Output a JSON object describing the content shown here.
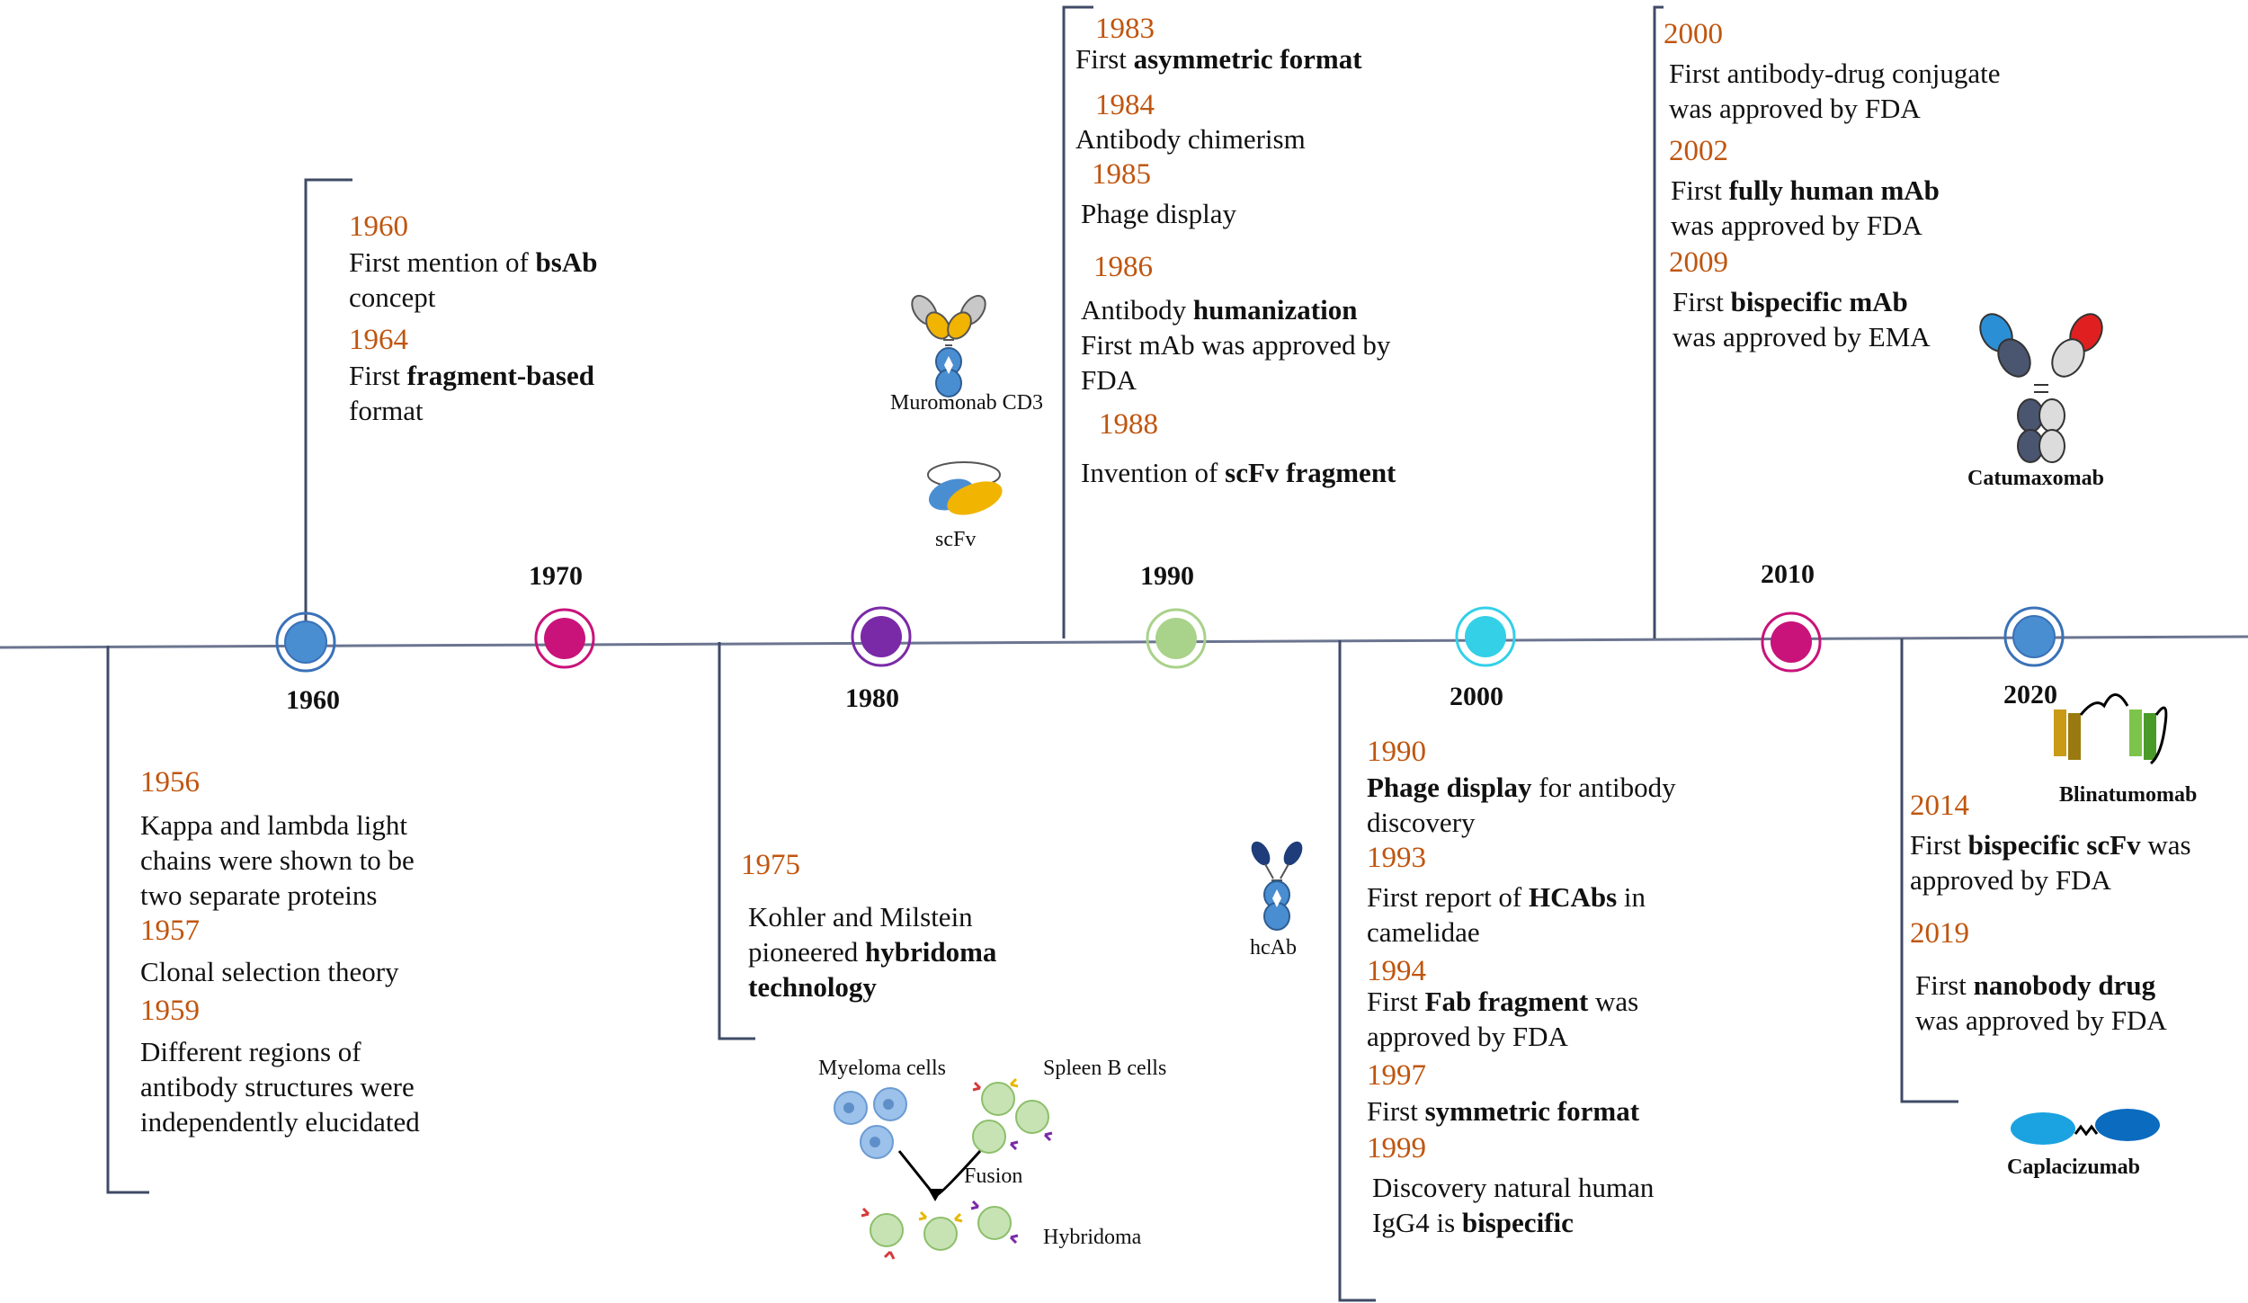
{
  "decades": [
    "1960",
    "1970",
    "1980",
    "1990",
    "2000",
    "2010",
    "2020"
  ],
  "colors": {
    "axis": "#6b7590",
    "bracket": "#3f4b66",
    "year": "#c0550f",
    "dot_1960": "#4a8ed2",
    "dot_1970": "#c9137a",
    "dot_1980": "#7a2aa7",
    "dot_1990": "#a9d28a",
    "dot_2000": "#33d0e8",
    "dot_2010": "#c9137a",
    "dot_2020": "#4a8ed2"
  },
  "events": {
    "e1960": {
      "year": "1960",
      "l1_a": "First mention of ",
      "l1_b": "bsAb",
      "l2": "concept"
    },
    "e1964": {
      "year": "1964",
      "l1_a": "First ",
      "l1_b": "fragment-based",
      "l2": "format"
    },
    "e1956": {
      "year": "1956",
      "l1": "Kappa and lambda light",
      "l2": "chains were shown to be",
      "l3": "two separate proteins"
    },
    "e1957": {
      "year": "1957",
      "l1": "Clonal selection theory"
    },
    "e1959": {
      "year": "1959",
      "l1": "Different regions of",
      "l2": "antibody structures were",
      "l3": "independently elucidated"
    },
    "e1975": {
      "year": "1975",
      "l1": "Kohler and Milstein",
      "l2_a": "pioneered ",
      "l2_b": "hybridoma",
      "l3_b": "technology"
    },
    "e1983": {
      "year": "1983",
      "l1_a": "First ",
      "l1_b": "asymmetric format"
    },
    "e1984": {
      "year": "1984",
      "l1": "Antibody chimerism"
    },
    "e1985": {
      "year": "1985",
      "l1": "Phage display"
    },
    "e1986": {
      "year": "1986",
      "l1_a": "Antibody ",
      "l1_b": "humanization",
      "l2": "First mAb was  approved by",
      "l3": "FDA"
    },
    "e1988": {
      "year": "1988",
      "l1_a": "Invention of ",
      "l1_b": "scFv fragment"
    },
    "e1990b": {
      "year": "1990",
      "l1_b": "Phage display",
      "l1_a": " for antibody",
      "l2": "discovery"
    },
    "e1993": {
      "year": "1993",
      "l1_a": "First report of ",
      "l1_b": "HCAbs",
      "l1_c": " in",
      "l2": "camelidae"
    },
    "e1994": {
      "year": "1994",
      "l1_a": "First ",
      "l1_b": "Fab fragment",
      "l1_c": " was",
      "l2": "approved by FDA"
    },
    "e1997": {
      "year": "1997",
      "l1_a": "First ",
      "l1_b": "symmetric format"
    },
    "e1999": {
      "year": "1999",
      "l1": "Discovery natural human",
      "l2_a": "IgG4 is ",
      "l2_b": "bispecific"
    },
    "e2000": {
      "year": "2000",
      "l1": "First antibody-drug conjugate",
      "l2": "was  approved by FDA"
    },
    "e2002": {
      "year": "2002",
      "l1_a": "First ",
      "l1_b": "fully human mAb",
      "l2": "was  approved by FDA"
    },
    "e2009": {
      "year": "2009",
      "l1_a": "First ",
      "l1_b": "bispecific mAb",
      "l2": "was  approved by EMA"
    },
    "e2014": {
      "year": "2014",
      "l1_a": "First ",
      "l1_b": "bispecific scFv",
      "l1_c": " was",
      "l2": "approved by FDA"
    },
    "e2019": {
      "year": "2019",
      "l1_a": "First ",
      "l1_b": "nanobody drug",
      "l2": "was  approved by FDA"
    }
  },
  "illustrations": {
    "muromonab": "Muromonab CD3",
    "scfv": "scFv",
    "hcab": "hcAb",
    "myeloma": "Myeloma cells",
    "spleen": "Spleen B cells",
    "fusion": "Fusion",
    "hybridoma": "Hybridoma",
    "catumaxomab": "Catumaxomab",
    "blinatumomab": "Blinatumomab",
    "caplacizumab": "Caplacizumab"
  }
}
